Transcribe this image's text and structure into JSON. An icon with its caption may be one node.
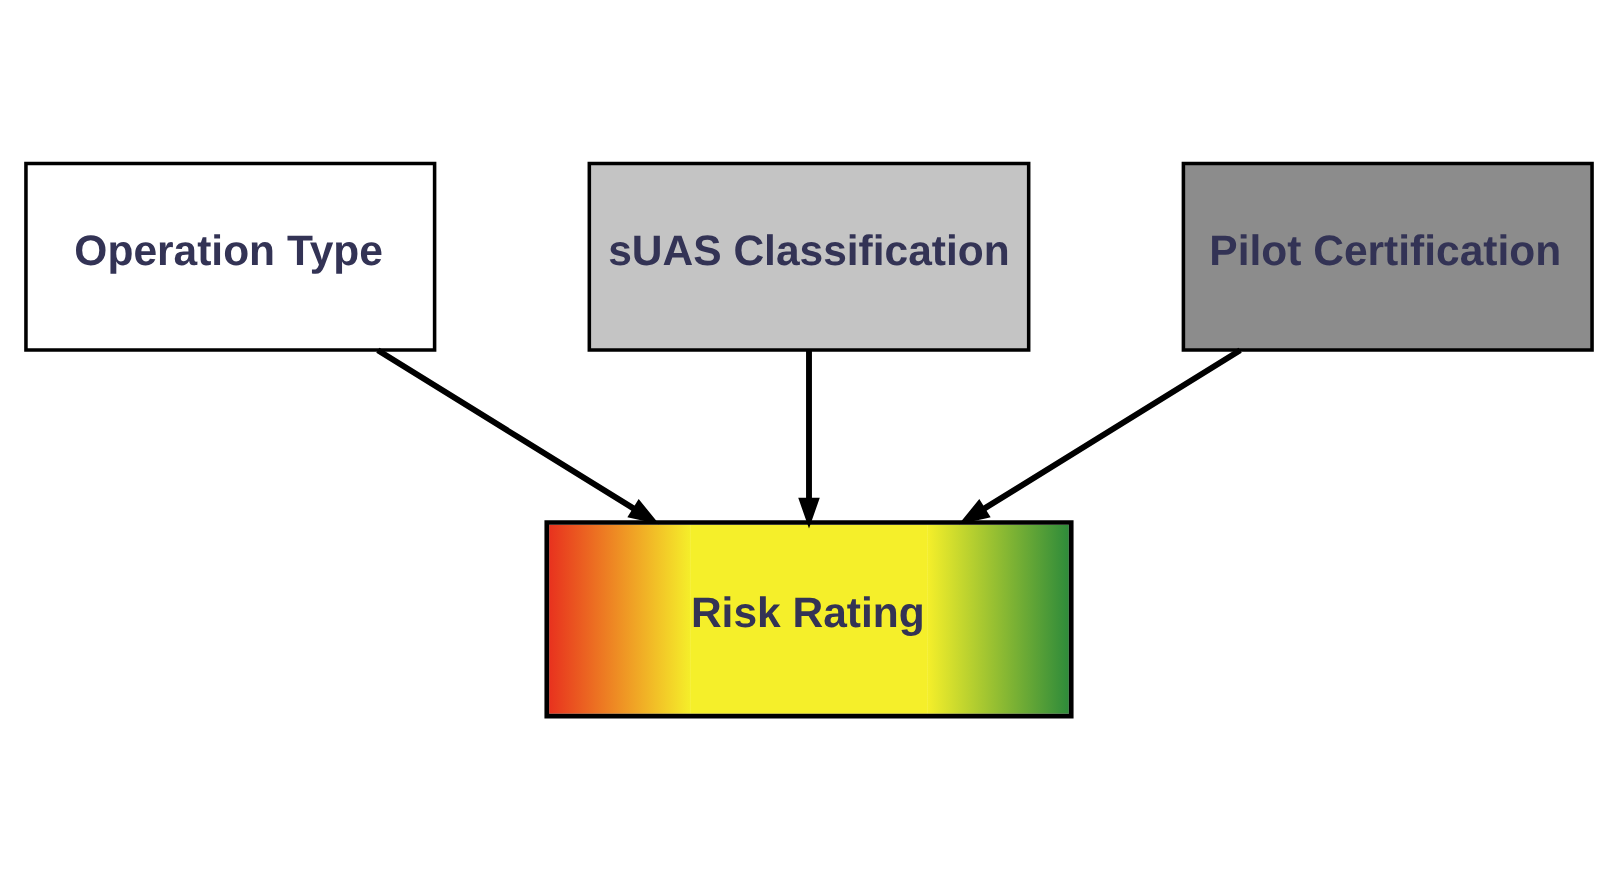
{
  "diagram": {
    "nodes": [
      {
        "text": [
          "Operation Type"
        ]
      },
      {
        "text": [
          "sUAS Classification"
        ]
      },
      {
        "text": [
          "Pilot Certification"
        ]
      },
      {
        "text": [
          "Risk Rating"
        ]
      }
    ],
    "edges": [
      {
        "from": 0,
        "to": 3,
        "arrow": "to"
      },
      {
        "from": 1,
        "to": 3,
        "arrow": "to"
      },
      {
        "from": 2,
        "to": 3,
        "arrow": "to"
      }
    ]
  }
}
